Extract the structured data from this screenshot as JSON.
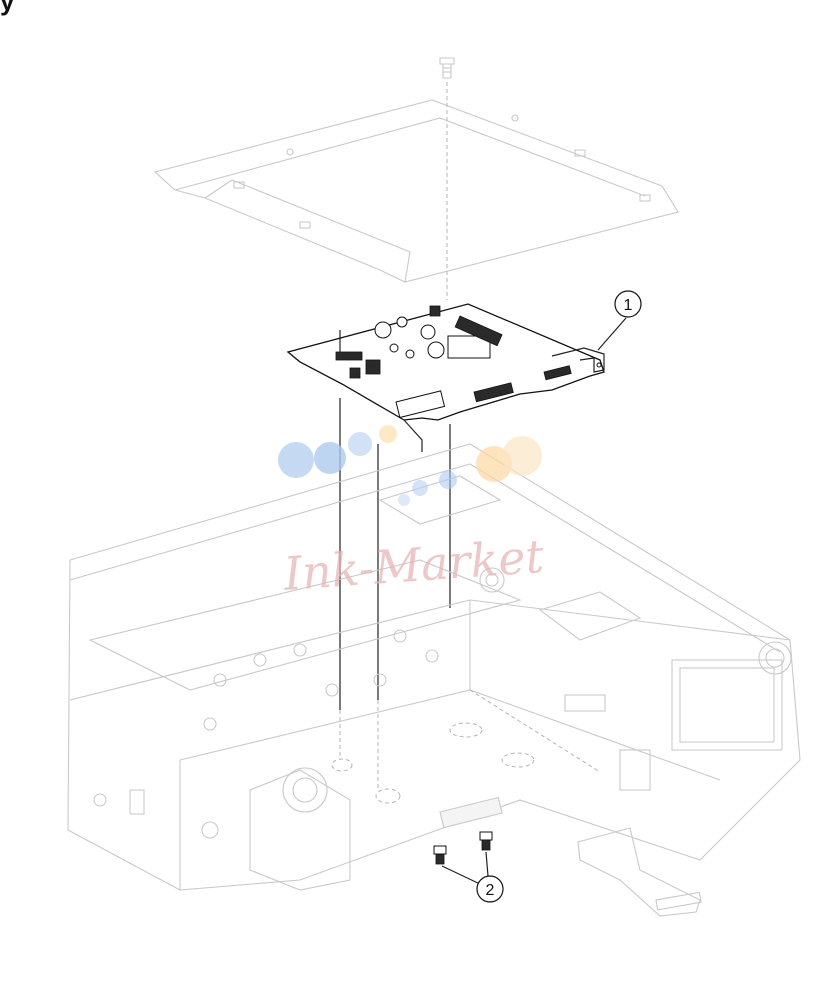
{
  "heading": "y",
  "callouts": [
    {
      "label": "1",
      "part": "board"
    },
    {
      "label": "2",
      "part": "screws"
    }
  ],
  "watermark": {
    "text": "Ink-Market",
    "dot_colors": [
      "#b8d0f0",
      "#aecbef",
      "#c7dbf4",
      "#fde3b8",
      "#fcd9a2",
      "#fbe6c4"
    ]
  },
  "colors": {
    "line_art_ghost": "#c9c9c9",
    "line_art_active": "#111111",
    "background": "#ffffff"
  }
}
